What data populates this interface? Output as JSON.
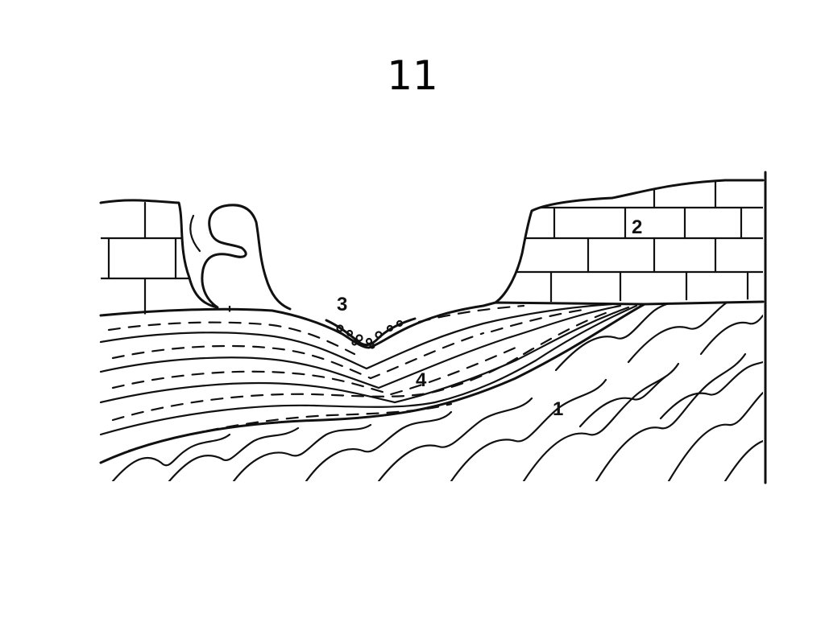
{
  "slide": {
    "title": "11"
  },
  "diagram": {
    "labels": {
      "l1": "1",
      "l2": "2",
      "l3": "3",
      "l4": "4"
    }
  }
}
